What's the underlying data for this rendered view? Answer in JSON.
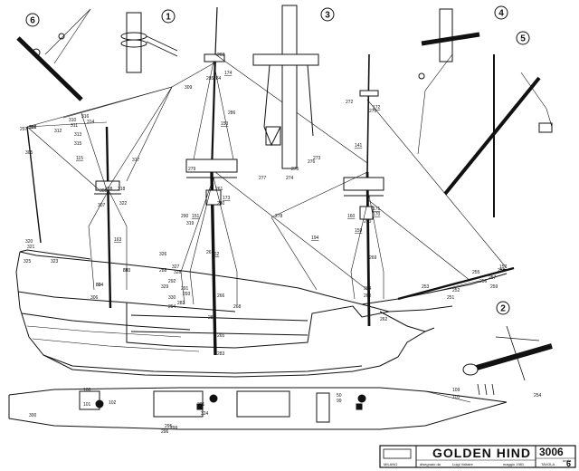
{
  "title_block": {
    "title": "GOLDEN HIND",
    "number": "3006",
    "tavola_label": "TAVOLA",
    "sheet": "6",
    "scale_label": "scala",
    "city": "MILANO",
    "drawn_label": "disegnato da",
    "author": "Luigi Voltaire",
    "date": "maggio 1981"
  },
  "details": [
    "1",
    "2",
    "3",
    "4",
    "5",
    "6"
  ],
  "labels": [
    {
      "t": "302"
    },
    {
      "t": "303"
    },
    {
      "t": "304"
    },
    {
      "t": "305"
    },
    {
      "t": "306"
    },
    {
      "t": "307"
    },
    {
      "t": "308"
    },
    {
      "t": "309"
    },
    {
      "t": "310"
    },
    {
      "t": "311"
    },
    {
      "t": "312"
    },
    {
      "t": "313"
    },
    {
      "t": "314"
    },
    {
      "t": "315"
    },
    {
      "t": "316"
    },
    {
      "t": "317"
    },
    {
      "t": "318"
    },
    {
      "t": "319"
    },
    {
      "t": "320"
    },
    {
      "t": "321"
    },
    {
      "t": "322"
    },
    {
      "t": "323"
    },
    {
      "t": "325"
    },
    {
      "t": "326"
    },
    {
      "t": "327"
    },
    {
      "t": "328"
    },
    {
      "t": "329"
    },
    {
      "t": "330"
    },
    {
      "t": "115",
      "u": true
    },
    {
      "t": "141",
      "u": true
    },
    {
      "t": "151",
      "u": true
    },
    {
      "t": "153",
      "u": true
    },
    {
      "t": "159",
      "u": true
    },
    {
      "t": "160",
      "u": true
    },
    {
      "t": "162",
      "u": true
    },
    {
      "t": "163",
      "u": true
    },
    {
      "t": "170",
      "u": true
    },
    {
      "t": "171",
      "u": true
    },
    {
      "t": "172",
      "u": true
    },
    {
      "t": "173",
      "u": true
    },
    {
      "t": "174",
      "u": true
    },
    {
      "t": "194",
      "u": true
    },
    {
      "t": "157",
      "u": true
    },
    {
      "t": "251"
    },
    {
      "t": "252"
    },
    {
      "t": "253"
    },
    {
      "t": "254"
    },
    {
      "t": "255"
    },
    {
      "t": "256"
    },
    {
      "t": "257"
    },
    {
      "t": "258"
    },
    {
      "t": "259"
    },
    {
      "t": "260"
    },
    {
      "t": "261"
    },
    {
      "t": "262"
    },
    {
      "t": "263"
    },
    {
      "t": "264"
    },
    {
      "t": "265"
    },
    {
      "t": "266"
    },
    {
      "t": "267"
    },
    {
      "t": "268"
    },
    {
      "t": "269"
    },
    {
      "t": "270"
    },
    {
      "t": "271"
    },
    {
      "t": "272"
    },
    {
      "t": "273"
    },
    {
      "t": "274"
    },
    {
      "t": "275"
    },
    {
      "t": "276"
    },
    {
      "t": "277"
    },
    {
      "t": "278"
    },
    {
      "t": "279"
    },
    {
      "t": "280"
    },
    {
      "t": "281"
    },
    {
      "t": "282"
    },
    {
      "t": "283"
    },
    {
      "t": "284"
    },
    {
      "t": "285"
    },
    {
      "t": "286"
    },
    {
      "t": "288"
    },
    {
      "t": "290"
    },
    {
      "t": "291"
    },
    {
      "t": "292"
    },
    {
      "t": "293"
    },
    {
      "t": "294"
    },
    {
      "t": "295"
    },
    {
      "t": "296"
    },
    {
      "t": "297"
    },
    {
      "t": "298"
    },
    {
      "t": "299"
    },
    {
      "t": "300"
    },
    {
      "t": "301"
    },
    {
      "t": "324"
    },
    {
      "t": "50"
    },
    {
      "t": "99"
    },
    {
      "t": "100"
    },
    {
      "t": "101"
    },
    {
      "t": "102"
    },
    {
      "t": "109"
    },
    {
      "t": "110"
    },
    {
      "t": "116"
    },
    {
      "t": "68"
    },
    {
      "t": "69"
    }
  ]
}
